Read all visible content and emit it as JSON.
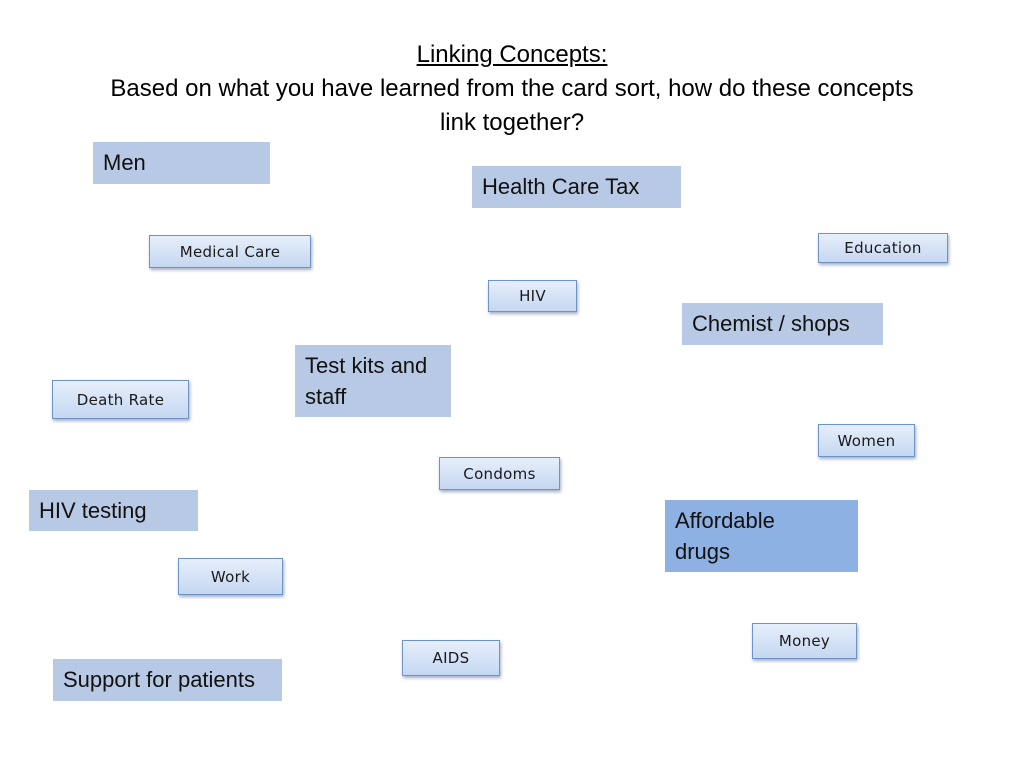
{
  "title": {
    "heading": "Linking Concepts:",
    "line1": "Based on what you have learned from the card sort, how do these concepts",
    "line2": "link together?"
  },
  "concepts": {
    "men": "Men",
    "health_care_tax": "Health Care Tax",
    "chemist_shops": "Chemist / shops",
    "test_kits_line1": "Test kits and",
    "test_kits_line2": "staff",
    "hiv_testing": "HIV testing",
    "affordable_line1": "Affordable",
    "affordable_line2": "drugs",
    "support_for_patients": "Support for patients"
  },
  "cards": {
    "medical_care": "Medical Care",
    "education": "Education",
    "hiv": "HIV",
    "death_rate": "Death Rate",
    "women": "Women",
    "condoms": "Condoms",
    "work": "Work",
    "money": "Money",
    "aids": "AIDS"
  },
  "colors": {
    "concept_box": "#b7c9e4",
    "concept_box_dark": "#8db1e2",
    "card_border": "#6e93c9"
  }
}
